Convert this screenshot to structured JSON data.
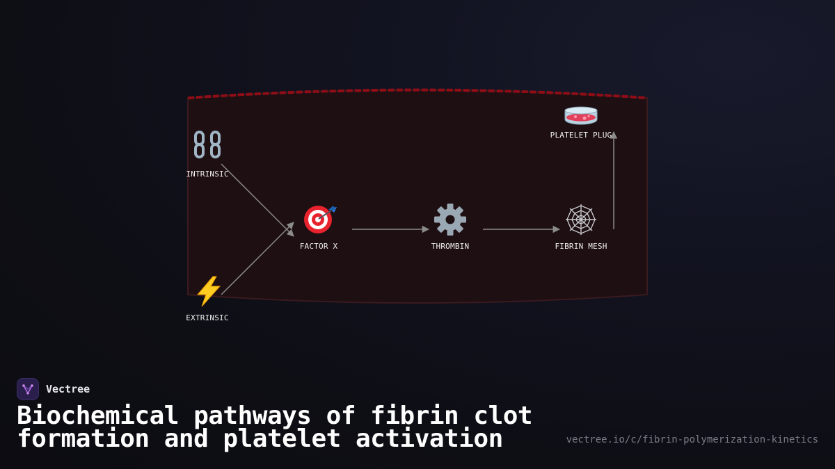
{
  "diagram": {
    "nodes": [
      {
        "id": "intrinsic",
        "label": "INTRINSIC",
        "icon": "chain-link-icon"
      },
      {
        "id": "extrinsic",
        "label": "EXTRINSIC",
        "icon": "lightning-bolt-icon"
      },
      {
        "id": "factor_x",
        "label": "FACTOR X",
        "icon": "target-dart-icon"
      },
      {
        "id": "thrombin",
        "label": "THROMBIN",
        "icon": "gear-icon"
      },
      {
        "id": "fibrin_mesh",
        "label": "FIBRIN MESH",
        "icon": "spider-web-icon"
      },
      {
        "id": "platelet_plug",
        "label": "PLATELET PLUG",
        "icon": "petri-dish-icon"
      }
    ],
    "edges": [
      {
        "from": "intrinsic",
        "to": "factor_x"
      },
      {
        "from": "extrinsic",
        "to": "factor_x"
      },
      {
        "from": "factor_x",
        "to": "thrombin"
      },
      {
        "from": "thrombin",
        "to": "fibrin_mesh"
      },
      {
        "from": "fibrin_mesh",
        "to": "platelet_plug"
      }
    ],
    "colors": {
      "panel_fill": "#1e0f13",
      "panel_border_top": "#8f0d16",
      "panel_border": "#3a1a1f",
      "arrow": "#8c8c8c"
    }
  },
  "footer": {
    "brand": "Vectree",
    "title": "Biochemical pathways of fibrin clot formation and platelet activation",
    "url": "vectree.io/c/fibrin-polymerization-kinetics"
  }
}
